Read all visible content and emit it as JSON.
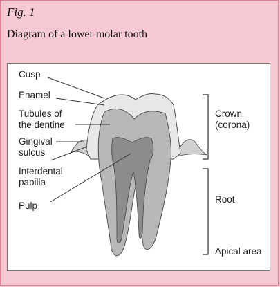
{
  "figure": {
    "label": "Fig. 1",
    "title": "Diagram of a lower molar tooth"
  },
  "diagram": {
    "left_labels": {
      "cusp": "Cusp",
      "enamel": "Enamel",
      "tubules": [
        "Tubules of",
        "the dentine"
      ],
      "gingival": [
        "Gingival",
        "sulcus"
      ],
      "papilla": [
        "Interdental",
        "papilla"
      ],
      "pulp": "Pulp"
    },
    "right_labels": {
      "crown": [
        "Crown",
        "(corona)"
      ],
      "root": "Root",
      "apical": "Apical area"
    },
    "colors": {
      "background": "#f7c9d2",
      "panel": "#ffffff",
      "enamel": "#e8e8e8",
      "dentine": "#b8b8b8",
      "pulp": "#8c8c8c",
      "gum": "#d0d0d0",
      "line": "#333333"
    }
  }
}
